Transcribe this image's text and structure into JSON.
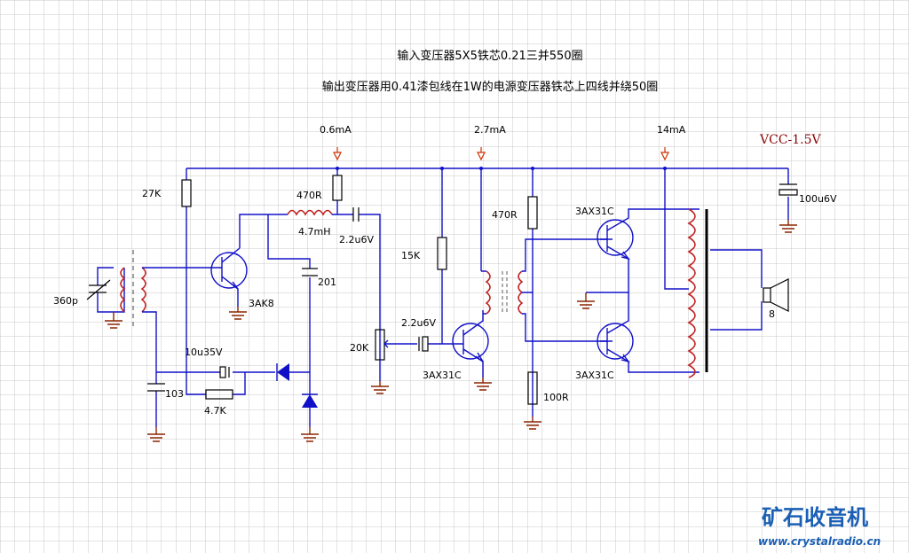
{
  "title_lines": [
    "输入变压器5X5铁芯0.21三并550圈",
    "输出变压器用0.41漆包线在1W的电源变压器铁芯上四线并绕50圈"
  ],
  "current_labels": [
    "0.6mA",
    "2.7mA",
    "14mA"
  ],
  "supply": "VCC-1.5V",
  "components": {
    "r27k": "27K",
    "r470_1": "470R",
    "l47": "4.7mH",
    "c22_1": "2.2u6V",
    "c201": "201",
    "cap360": "360p",
    "t1": "3AK8",
    "c10u": "10u35V",
    "r47k": "4.7K",
    "c103": "103",
    "r15k": "15K",
    "r470_2": "470R",
    "r20k": "20K",
    "c22_2": "2.2u6V",
    "t2": "3AX31C",
    "r100": "100R",
    "t3": "3AX31C",
    "t4": "3AX31C",
    "c100u": "100u6V",
    "spk": "8"
  },
  "brand": {
    "name": "矿石收音机",
    "site": "www.crystalradio.cn"
  },
  "colors": {
    "wire": "#1010c8",
    "coil": "#c02020",
    "ground": "#8b2500",
    "vcc": "#8b0000",
    "brand": "#1a5fb4"
  }
}
